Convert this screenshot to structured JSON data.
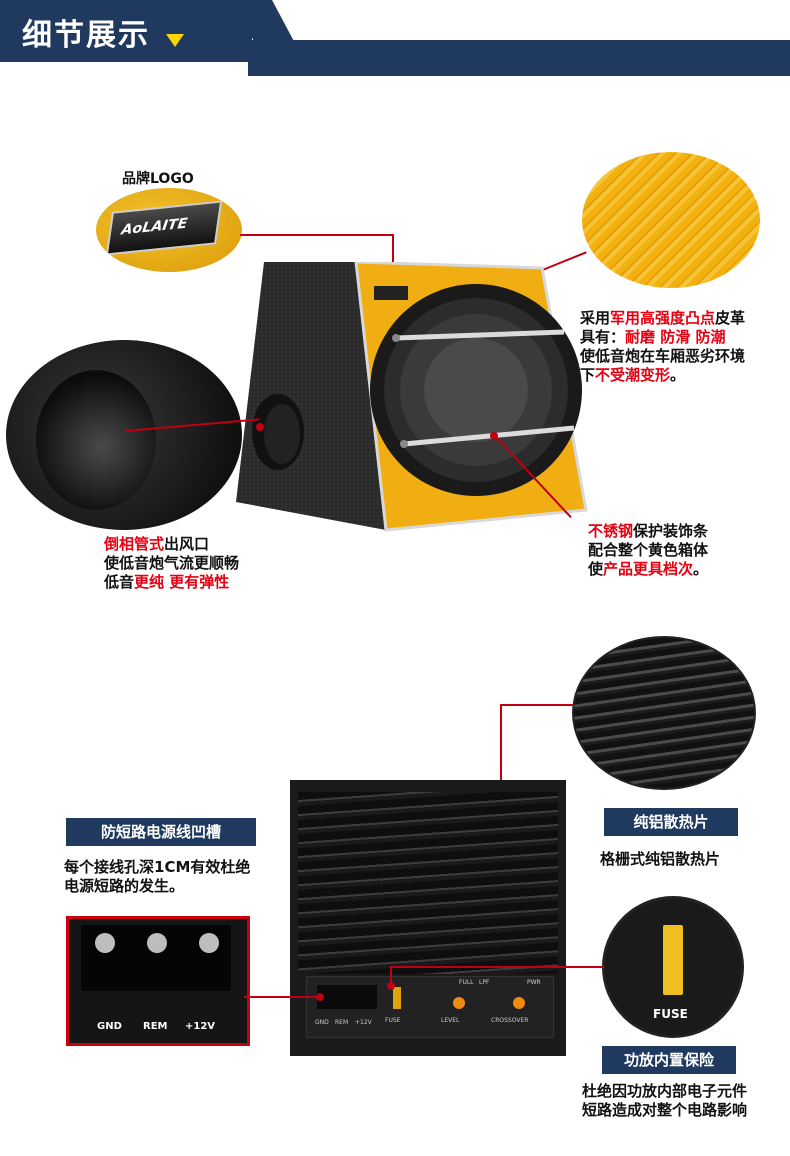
{
  "header": {
    "title": "细节展示"
  },
  "brand_logo": {
    "label": "品牌LOGO",
    "logo_text": "AoLAITE"
  },
  "leather": {
    "line1_a": "采用",
    "line1_b": "军用高强度凸点",
    "line1_c": "皮革",
    "line2_a": "具有：",
    "line2_b": "耐磨  防滑  防潮",
    "line3": "使低音炮在车厢恶劣环境",
    "line4_a": "下",
    "line4_b": "不受潮变形",
    "line4_c": "。"
  },
  "port": {
    "line1_a": "倒相管式",
    "line1_b": "出风口",
    "line2": "使低音炮气流更顺畅",
    "line3_a": "低音",
    "line3_b": "更纯  更有弹性"
  },
  "steel": {
    "line1_a": "不锈钢",
    "line1_b": "保护装饰条",
    "line2": "配合整个黄色箱体",
    "line3_a": "使",
    "line3_b": "产品更具档次",
    "line3_c": "。"
  },
  "wire_groove": {
    "label": "防短路电源线凹槽",
    "line1": "每个接线孔深1CM有效杜绝",
    "line2": "电源短路的发生。",
    "terminals": [
      "GND",
      "REM",
      "+12V"
    ]
  },
  "heatsink": {
    "label": "纯铝散热片",
    "desc": "格栅式纯铝散热片"
  },
  "fuse": {
    "label": "功放内置保险",
    "fuse_text": "FUSE",
    "line1": "杜绝因功放内部电子元件",
    "line2": "短路造成对整个电路影响"
  },
  "amp_panel": {
    "fuse": "FUSE",
    "level": "LEVEL",
    "crossover": "CROSSOVER",
    "full": "FULL",
    "lpf": "LPF",
    "pwr": "PWR",
    "gnd": "GND",
    "rem": "REM",
    "v12": "+12V"
  },
  "colors": {
    "navy": "#1f3a5e",
    "red": "#e60012",
    "yellow": "#f2b10f",
    "accent_triangle": "#ffd400"
  }
}
